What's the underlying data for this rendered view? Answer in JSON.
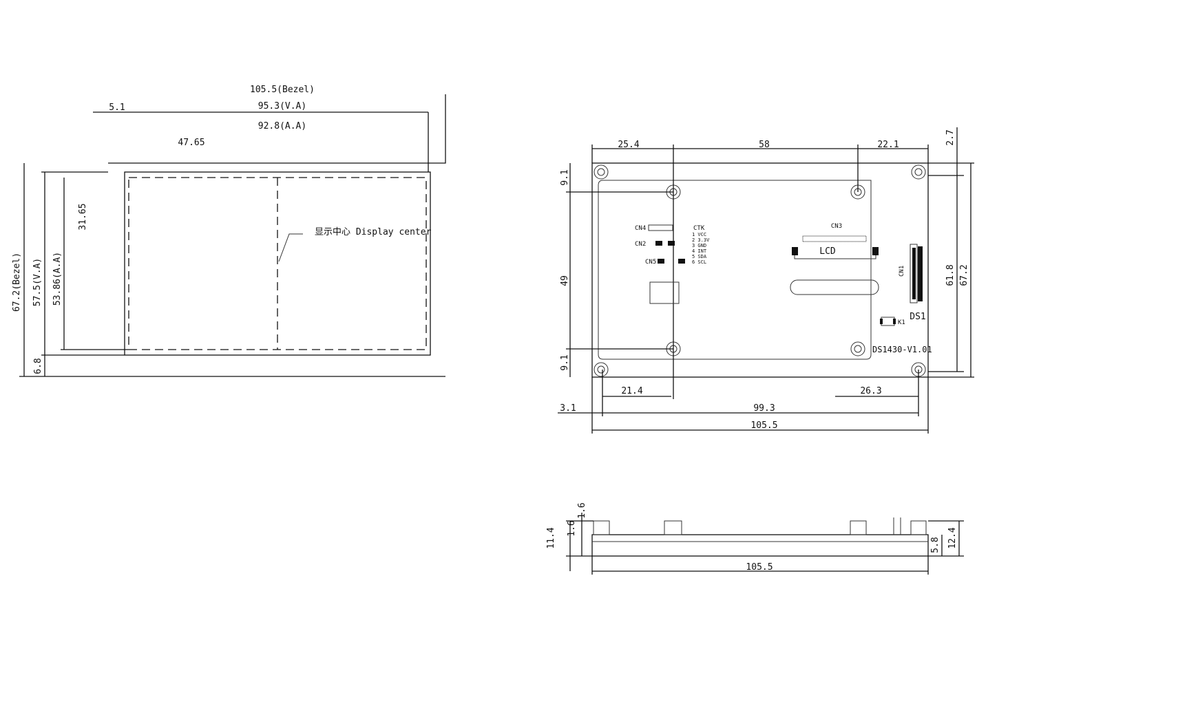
{
  "front_view": {
    "bezel_width": "105.5(Bezel)",
    "offset": "5.1",
    "va_width": "95.3(V.A)",
    "aa_width": "92.8(A.A)",
    "center_x": "47.65",
    "bezel_height": "67.2(Bezel)",
    "va_height": "57.5(V.A)",
    "aa_height": "53.86(A.A)",
    "center_y": "31.65",
    "bottom_offset": "6.8",
    "center_label": "显示中心 Display center"
  },
  "top_view": {
    "dims_top": [
      "25.4",
      "58",
      "22.1"
    ],
    "top_margin": "2.7",
    "dims_left": [
      "9.1",
      "49",
      "9.1"
    ],
    "dims_right": [
      "61.8",
      "67.2"
    ],
    "dims_bottom": {
      "left_hole": "21.4",
      "right_hole": "26.3",
      "edge": "3.1",
      "hole_span": "99.3",
      "total": "105.5"
    },
    "labels": {
      "cn4": "CN4",
      "cn2": "CN2",
      "cn5": "CN5",
      "cn3": "CN3",
      "lcd": "LCD",
      "cn1": "CN1",
      "ds1": "DS1",
      "k1": "K1",
      "board": "DS1430-V1.01",
      "ctk": "CTK"
    },
    "ctk_pins": [
      "1 VCC",
      "2 3.3V",
      "3 GND",
      "4 INT",
      "5 SDA",
      "6 SCL"
    ]
  },
  "side_view": {
    "width": "105.5",
    "left_dims": [
      "11.4",
      "1.6",
      "1.6"
    ],
    "right_dims": [
      "5.8",
      "12.4"
    ]
  }
}
